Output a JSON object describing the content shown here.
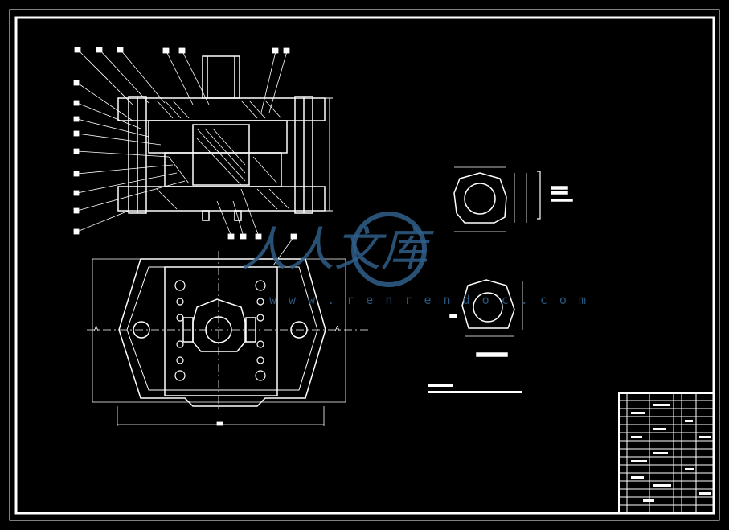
{
  "watermark": {
    "cn_text": "人人文库",
    "url_text": "w w w . r e n r e n d o c . c o m"
  },
  "section_marks": {
    "left": "A",
    "right": "A"
  },
  "colors": {
    "background": "#000000",
    "line": "#ffffff",
    "watermark": "#2f5f8a"
  },
  "icons": {
    "watermark_logo": "renrendoc-circle-logo-icon"
  }
}
